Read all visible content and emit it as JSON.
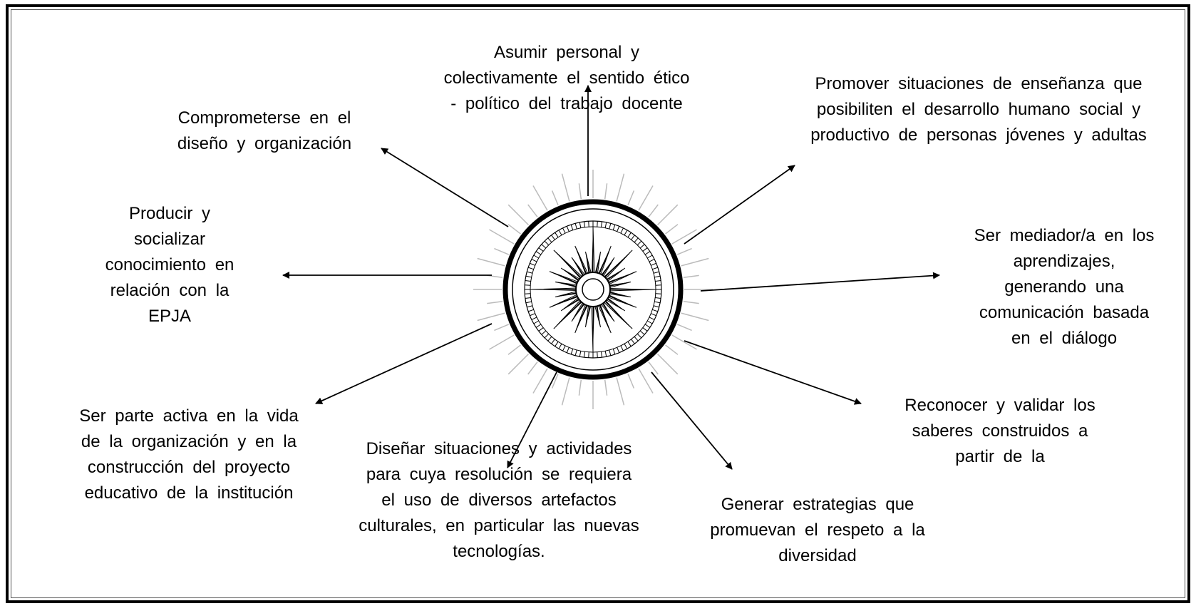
{
  "diagram": {
    "center": {
      "name": "compass-rose"
    },
    "nodes": [
      {
        "id": "asumir",
        "text": "Asumir personal y colectivamente el sentido ético - político del trabajo docente"
      },
      {
        "id": "promover",
        "text": "Promover situaciones de enseñanza que posibiliten el desarrollo humano social y productivo de personas jóvenes y adultas"
      },
      {
        "id": "mediador",
        "text": "Ser mediador/a en los aprendizajes, generando una comunicación basada en el diálogo"
      },
      {
        "id": "reconocer",
        "text": "Reconocer y validar los saberes construidos a partir de la"
      },
      {
        "id": "generar",
        "text": "Generar estrategias que promuevan el respeto a la diversidad"
      },
      {
        "id": "disenar",
        "text": "Diseñar situaciones y actividades para cuya resolución se requiera el uso de diversos artefactos culturales, en particular las nuevas tecnologías."
      },
      {
        "id": "parte",
        "text": "Ser parte activa en la vida de la organización y en la construcción del proyecto educativo de la institución"
      },
      {
        "id": "producir",
        "text": "Producir y socializar conocimiento en relación con la EPJA"
      },
      {
        "id": "comprometerse",
        "text": "Comprometerse en el diseño y organización"
      }
    ]
  }
}
